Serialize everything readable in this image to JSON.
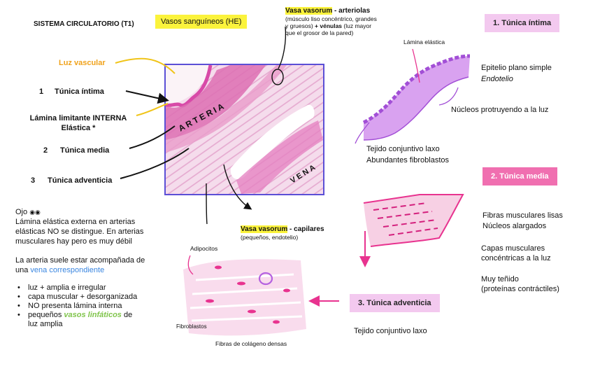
{
  "header": {
    "title": "SISTEMA CIRCULATORIO (T1)",
    "stain_label": "Vasos sanguíneos (HE)"
  },
  "vasa_vasorum_top": {
    "label": "Vasa vasorum",
    "dash_type": " - arteriolas",
    "line1": "(músculo liso concéntrico, grandes",
    "line2_a": "y gruesos) ",
    "line2_b": "+ vénulas",
    "line2_c": " (luz mayor",
    "line3": "que el grosor de la pared)"
  },
  "micrograph_labels": {
    "luz_vascular": "Luz vascular",
    "tunica_intima": "Túnica íntima",
    "lamina_line1": "Lámina limitante INTERNA",
    "lamina_line2": "Elástica *",
    "tunica_media": "Túnica media",
    "tunica_adventicia": "Túnica adventicia",
    "num1": "1",
    "num2": "2",
    "num3": "3",
    "arteria": "ARTERIA",
    "vena": "VENA"
  },
  "left_notes": {
    "ojo": "Ojo",
    "para1_l1": "Lámina elástica externa en arterias",
    "para1_l2": "elásticas NO se distingue. En arterias",
    "para1_l3": "musculares hay pero es muy débil",
    "para2_l1": "La arteria suele estar acompañada de",
    "para2_l2_a": "una ",
    "para2_l2_b": "vena correspondiente",
    "bullets": [
      "luz + amplia e irregular",
      "capa muscular + desorganizada",
      "NO presenta lámina interna"
    ],
    "bullet4_a": "pequeños ",
    "bullet4_b": "vasos linfáticos",
    "bullet4_c": " de",
    "bullet4_l2": "luz amplia"
  },
  "vasa_vasorum_capilares": {
    "label": "Vasa vasorum",
    "dash_type": " - capilares",
    "detail": "(pequeños, endotelio)"
  },
  "adventitia_drawing": {
    "adipocitos": "Adipocitos",
    "fibroblastos": "Fibroblastos",
    "fibras": "Fibras de colágeno densas"
  },
  "intima_panel": {
    "title": "1.   Túnica íntima",
    "lamina_elastica": "Lámina elástica",
    "epitelio": "Epitelio plano simple",
    "endotelio": "Endotelio",
    "nucleos": "Núcleos protruyendo a la luz",
    "tejido": "Tejido conjuntivo laxo",
    "fibroblastos": "Abundantes fibroblastos"
  },
  "media_panel": {
    "title": "2. Túnica media",
    "fibras": "Fibras musculares lisas",
    "nucleos": "Núcleos alargados",
    "capas_l1": "Capas musculares",
    "capas_l2": "concéntricas a la luz",
    "tenido_l1": "Muy teñido",
    "tenido_l2": "(proteínas contráctiles)"
  },
  "adventicia_panel": {
    "title": "3. Túnica adventicia",
    "tejido": "Tejido conjuntivo laxo"
  },
  "colors": {
    "highlight_yellow": "#fbf33c",
    "panel_pink": "#f3c9ef",
    "accent_magenta": "#e8338f",
    "purple": "#c36de8",
    "orange": "#f0a21b",
    "link_blue": "#3a86e0",
    "lymph_green": "#7fc44a"
  }
}
